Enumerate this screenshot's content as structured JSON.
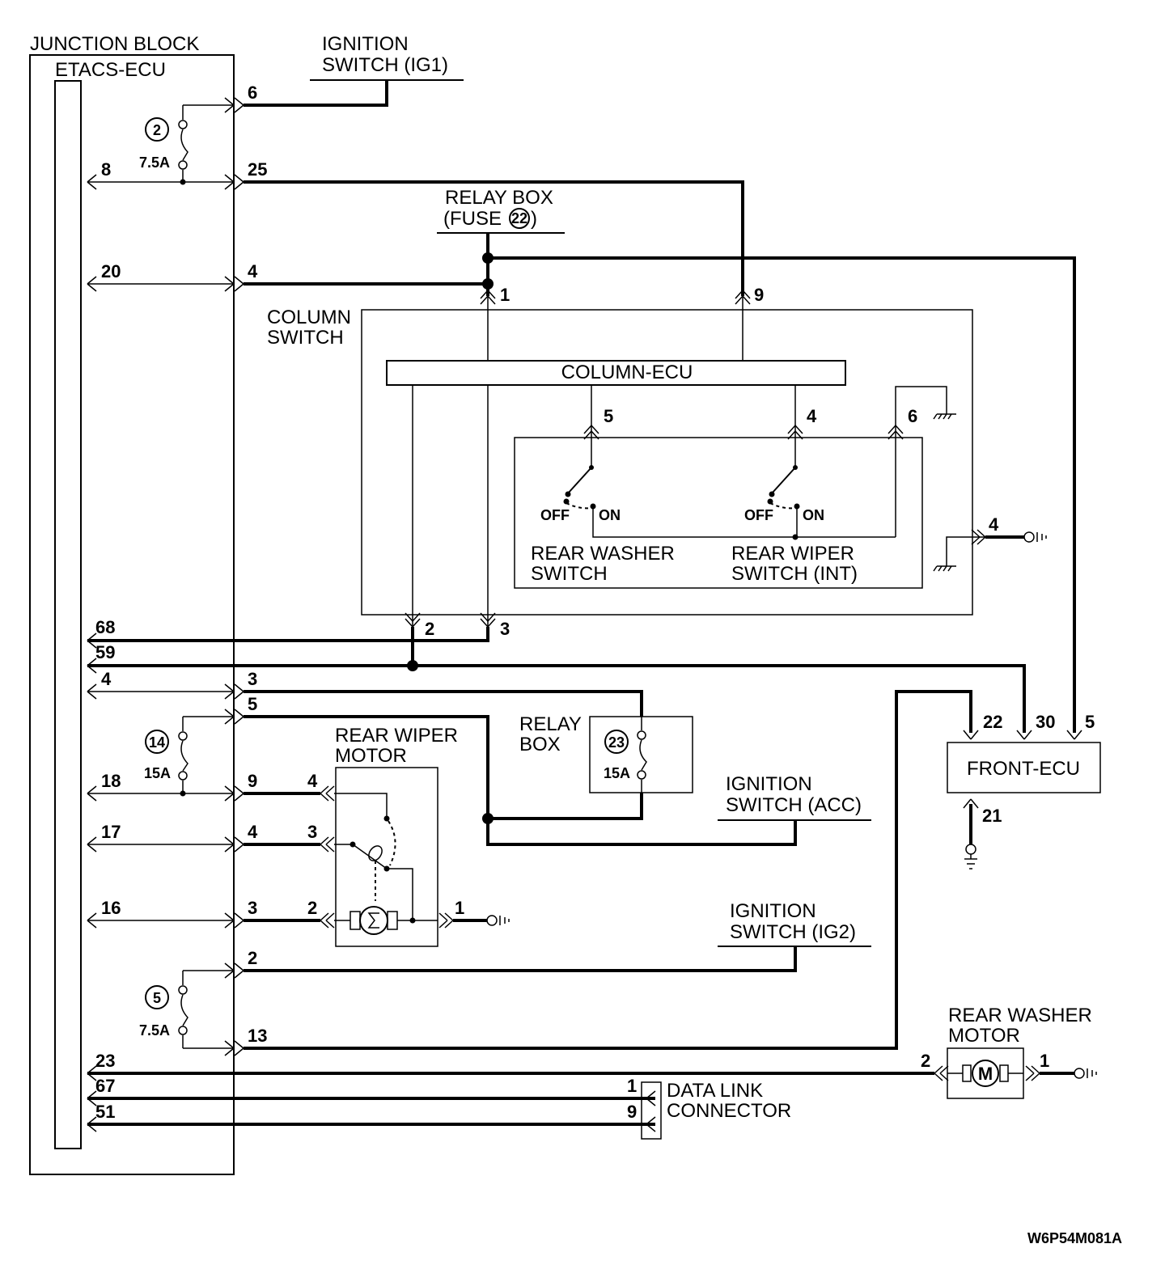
{
  "labels": {
    "junction_block": "JUNCTION BLOCK",
    "etacs_ecu": "ETACS-ECU",
    "ig1_l1": "IGNITION",
    "ig1_l2": "SWITCH (IG1)",
    "relay_box_l1": "RELAY BOX",
    "relay_box_l2": "(FUSE",
    "relay_box_l2_end": ")",
    "column_switch_l1": "COLUMN",
    "column_switch_l2": "SWITCH",
    "column_ecu": "COLUMN-ECU",
    "off": "OFF",
    "on": "ON",
    "rear_washer_switch_l1": "REAR WASHER",
    "rear_washer_switch_l2": "SWITCH",
    "rear_wiper_switch_l1": "REAR WIPER",
    "rear_wiper_switch_l2": "SWITCH (INT)",
    "relay_box2_l1": "RELAY",
    "relay_box2_l2": "BOX",
    "rear_wiper_motor_l1": "REAR WIPER",
    "rear_wiper_motor_l2": "MOTOR",
    "ig_acc_l1": "IGNITION",
    "ig_acc_l2": "SWITCH (ACC)",
    "ig2_l1": "IGNITION",
    "ig2_l2": "SWITCH (IG2)",
    "front_ecu": "FRONT-ECU",
    "rear_washer_motor_l1": "REAR WASHER",
    "rear_washer_motor_l2": "MOTOR",
    "data_link_l1": "DATA LINK",
    "data_link_l2": "CONNECTOR",
    "diagram_code": "W6P54M081A"
  },
  "fuses": {
    "f2_num": "2",
    "f2_rating": "7.5A",
    "f14_num": "14",
    "f14_rating": "15A",
    "f5_num": "5",
    "f5_rating": "7.5A",
    "f22_num": "22",
    "f23_num": "23",
    "f23_rating": "15A"
  },
  "pins": {
    "jb_6": "6",
    "jb_25": "25",
    "jb_4a": "4",
    "jb_3a": "3",
    "jb_5": "5",
    "jb_9": "9",
    "jb_4b": "4",
    "jb_3b": "3",
    "jb_2": "2",
    "jb_13": "13",
    "ecu_8": "8",
    "ecu_20": "20",
    "ecu_68": "68",
    "ecu_59": "59",
    "ecu_4": "4",
    "ecu_18": "18",
    "ecu_17": "17",
    "ecu_16": "16",
    "ecu_23": "23",
    "ecu_67": "67",
    "ecu_51": "51",
    "col_1": "1",
    "col_9": "9",
    "col_5": "5",
    "col_4": "4",
    "col_6": "6",
    "col_2": "2",
    "col_3": "3",
    "col_gnd4": "4",
    "wm_4": "4",
    "wm_3": "3",
    "wm_2": "2",
    "wm_1": "1",
    "fe_22": "22",
    "fe_30": "30",
    "fe_5": "5",
    "fe_21": "21",
    "rwm_2": "2",
    "rwm_1": "1",
    "dlc_1": "1",
    "dlc_9": "9"
  }
}
